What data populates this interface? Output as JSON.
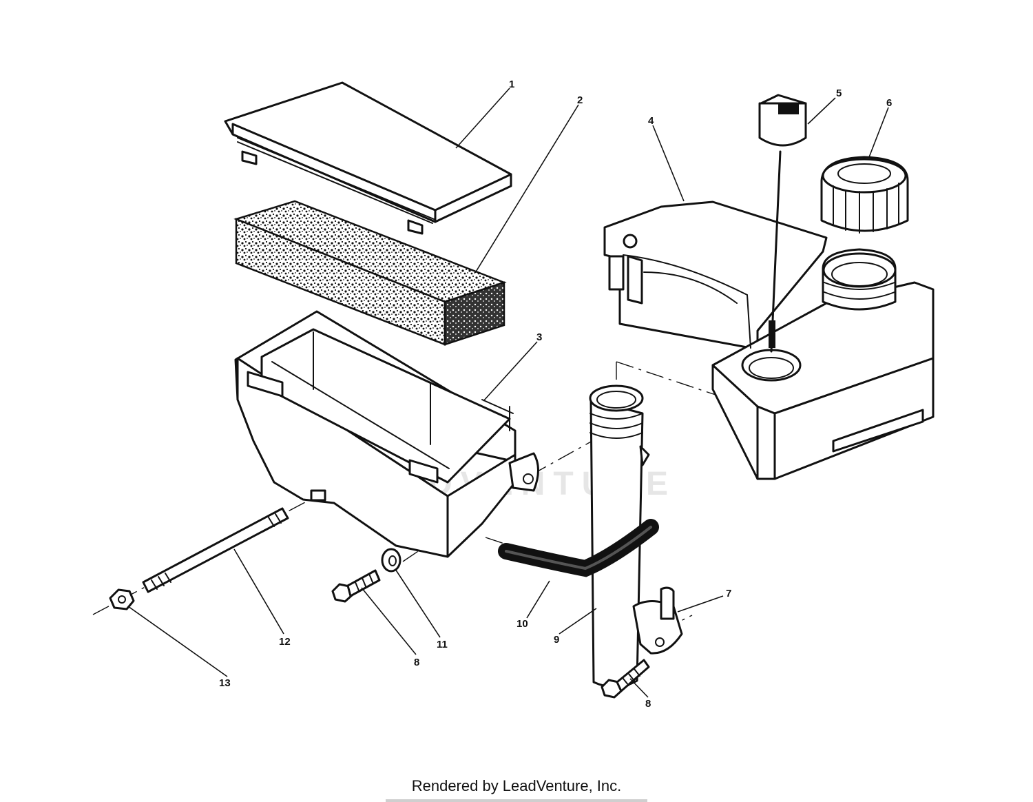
{
  "diagram": {
    "parts": [
      {
        "id": "1",
        "name": "air-cleaner-cover"
      },
      {
        "id": "2",
        "name": "foam-filter-element"
      },
      {
        "id": "3",
        "name": "air-cleaner-base"
      },
      {
        "id": "4",
        "name": "fuel-tank"
      },
      {
        "id": "5",
        "name": "dipstick"
      },
      {
        "id": "6",
        "name": "fuel-cap"
      },
      {
        "id": "7",
        "name": "mounting-bracket"
      },
      {
        "id": "8",
        "name": "bolt"
      },
      {
        "id": "9",
        "name": "oil-fill-tube"
      },
      {
        "id": "10",
        "name": "hose"
      },
      {
        "id": "11",
        "name": "washer"
      },
      {
        "id": "12",
        "name": "stud"
      },
      {
        "id": "13",
        "name": "nut"
      }
    ],
    "labels": {
      "l1": "1",
      "l2": "2",
      "l3": "3",
      "l4": "4",
      "l5": "5",
      "l6": "6",
      "l7": "7",
      "l8a": "8",
      "l8b": "8",
      "l9": "9",
      "l10": "10",
      "l11": "11",
      "l12": "12",
      "l13": "13"
    },
    "watermark": "LEADVENTURE"
  },
  "footer": {
    "text": "Rendered by LeadVenture, Inc."
  }
}
